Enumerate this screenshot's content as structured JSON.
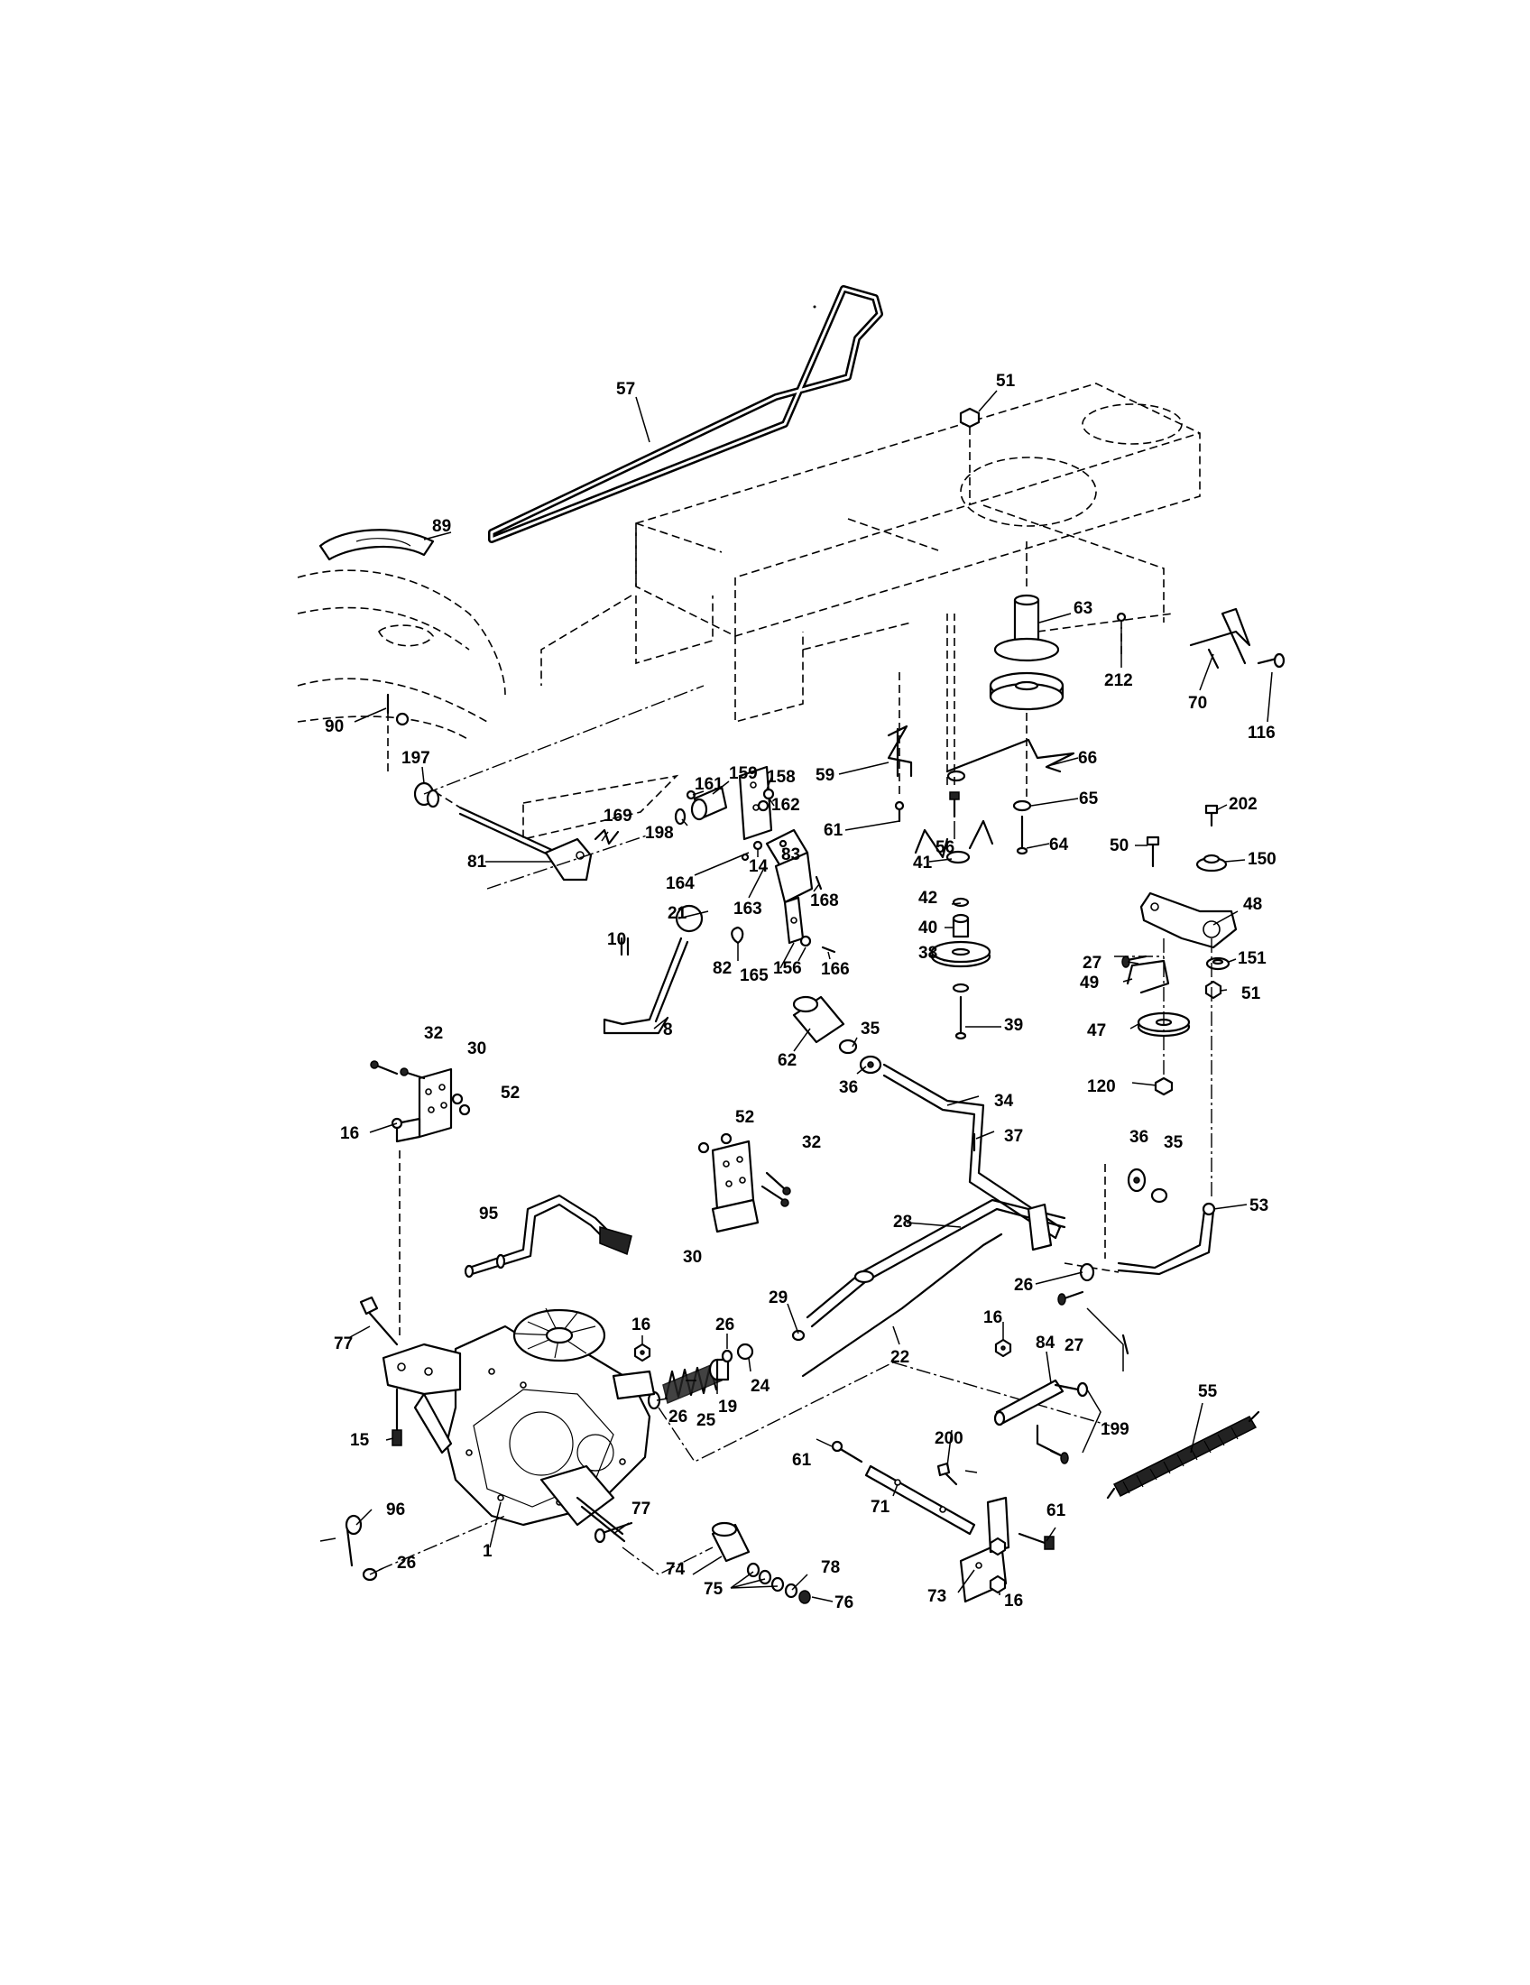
{
  "part_labels": [
    "57",
    "51",
    "89",
    "63",
    "212",
    "70",
    "116",
    "90",
    "197",
    "59",
    "66",
    "169",
    "161",
    "159",
    "158",
    "61",
    "65",
    "198",
    "162",
    "56",
    "64",
    "83",
    "81",
    "14",
    "41",
    "50",
    "202",
    "150",
    "42",
    "164",
    "163",
    "168",
    "48",
    "40",
    "21",
    "10",
    "82",
    "156",
    "166",
    "165",
    "38",
    "27",
    "151",
    "8",
    "39",
    "49",
    "62",
    "35",
    "36",
    "47",
    "120",
    "32",
    "30",
    "52",
    "34",
    "37",
    "16",
    "95",
    "53",
    "28",
    "29",
    "26",
    "22",
    "77",
    "84",
    "25",
    "24",
    "19",
    "199",
    "15",
    "55",
    "200",
    "96",
    "71",
    "74",
    "75",
    "78",
    "76",
    "73",
    "1"
  ]
}
